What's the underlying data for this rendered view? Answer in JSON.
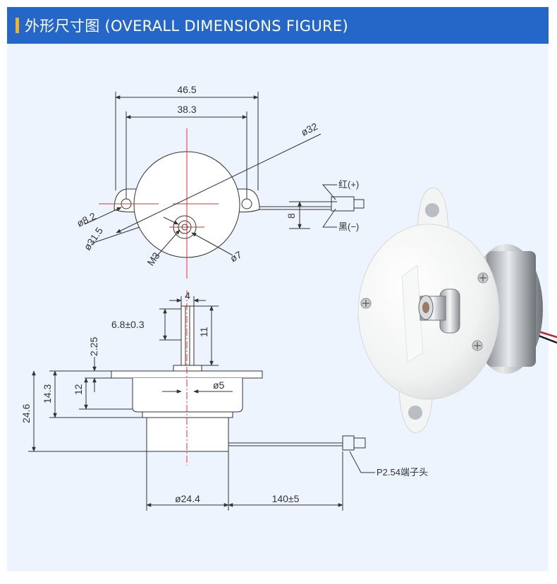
{
  "header": {
    "title": "外形尺寸图 (OVERALL DIMENSIONS FIGURE)"
  },
  "colors": {
    "header_bg": "#2566c9",
    "accent_bar": "#f0b323",
    "panel_bg": "#eef4fd",
    "centerline": "#e03030"
  },
  "top_view": {
    "dim_overall_width": "46.5",
    "dim_mount_spacing": "38.3",
    "dim_body_diameter": "ø32",
    "dim_hole_spacing_diag": "ø8.2",
    "dim_shaft_bolt_circle": "ø31.5",
    "dim_thread": "M3",
    "dim_shaft_boss": "ø7",
    "dim_wire_offset": "8",
    "wire_red_label": "红(+)",
    "wire_black_label": "黑(−)"
  },
  "side_view": {
    "dim_shaft_width": "4",
    "dim_flat": "6.8±0.3",
    "dim_shaft_length": "11",
    "dim_flange_thickness": "2.25",
    "dim_gearbox_height": "12",
    "dim_body_to_flange": "14.3",
    "dim_total_height": "24.6",
    "dim_shaft_diameter": "ø5",
    "dim_motor_diameter": "ø24.4",
    "dim_cable_length": "140±5",
    "connector_label": "P2.54端子头"
  }
}
